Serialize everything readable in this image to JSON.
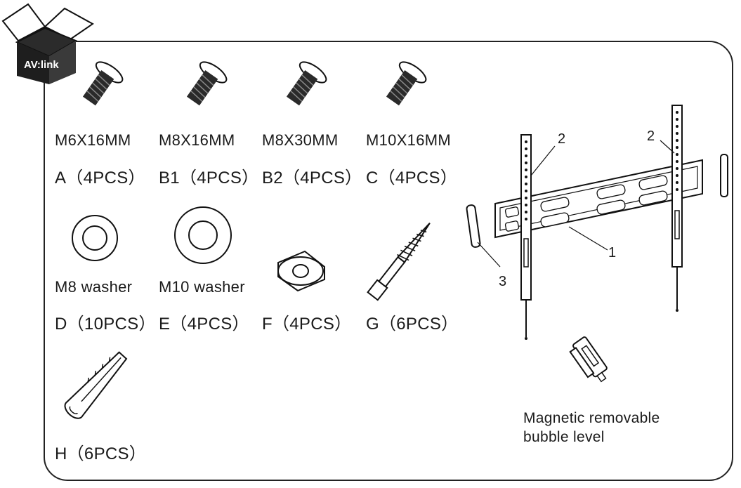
{
  "brand": {
    "logo_text": "AV:link"
  },
  "parts": [
    {
      "size": "M6X16MM",
      "qty": "A（4PCS）"
    },
    {
      "size": "M8X16MM",
      "qty": "B1（4PCS）"
    },
    {
      "size": "M8X30MM",
      "qty": "B2（4PCS）"
    },
    {
      "size": "M10X16MM",
      "qty": "C（4PCS）"
    },
    {
      "size": "M8 washer",
      "qty": "D（10PCS）"
    },
    {
      "size": "M10 washer",
      "qty": "E（4PCS）"
    },
    {
      "size": "",
      "qty": "F（4PCS）"
    },
    {
      "size": "",
      "qty": "G（6PCS）"
    },
    {
      "size": "",
      "qty": "H（6PCS）"
    }
  ],
  "diagram_labels": {
    "one": "1",
    "two_left": "2",
    "two_right": "2",
    "three": "3"
  },
  "bubble_level": {
    "line1": "Magnetic removable",
    "line2": "bubble level"
  }
}
